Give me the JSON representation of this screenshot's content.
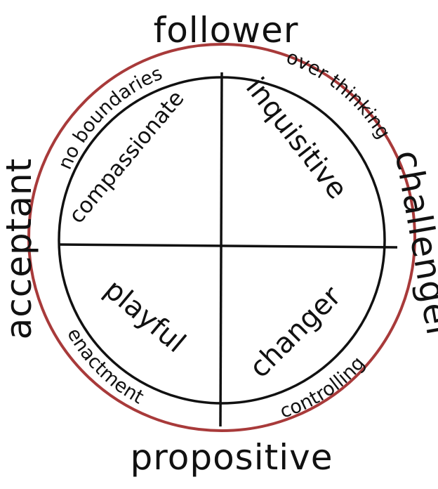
{
  "axes": {
    "top": "follower",
    "right": "challenger",
    "bottom": "propositive",
    "left": "acceptant"
  },
  "quadrants": {
    "top_left": "compassionate",
    "top_right": "inquisitive",
    "bottom_left": "playful",
    "bottom_right": "changer"
  },
  "ring_labels": {
    "top_left": "no boundaries",
    "top_right": "over thinking",
    "bottom_left": "enactment",
    "bottom_right": "controlling"
  },
  "colors": {
    "outer_ring": "#a83a3a",
    "ink": "#111111"
  }
}
